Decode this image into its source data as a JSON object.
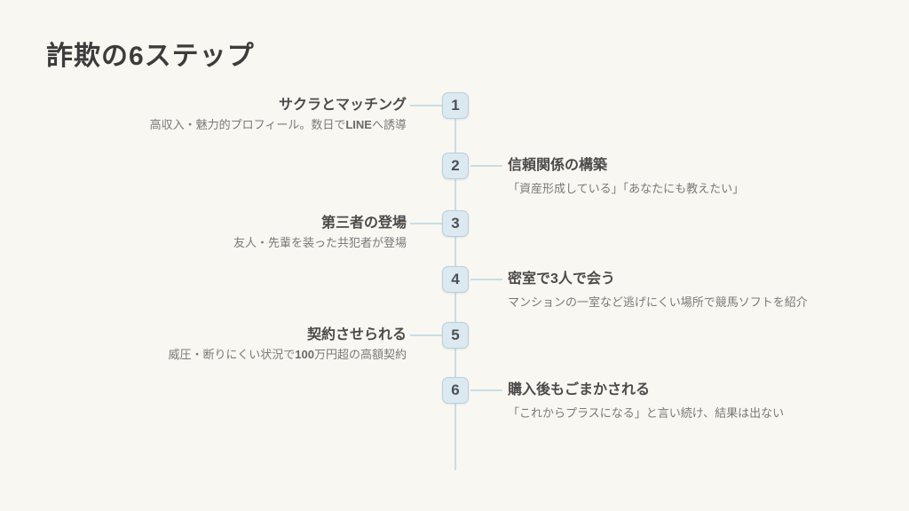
{
  "title": "詐欺の6ステップ",
  "colors": {
    "background": "#f9f7f1",
    "title_color": "#3c3c3c",
    "step_title_color": "#4b4b4b",
    "desc_color": "#797979",
    "desc_bold_color": "#6a6a6a",
    "badge_fill": "#dde9f0",
    "badge_border": "#b6d0dc",
    "badge_number": "#4a5056",
    "line_color": "#c9dde6"
  },
  "timeline": {
    "orientation": "vertical",
    "step_count": 6
  },
  "steps": [
    {
      "number": "1",
      "side": "left",
      "title": "サクラとマッチング",
      "desc": "高収入・魅力的プロフィール。数日でLINEへ誘導"
    },
    {
      "number": "2",
      "side": "right",
      "title": "信頼関係の構築",
      "desc": "「資産形成している」「あなたにも教えたい」"
    },
    {
      "number": "3",
      "side": "left",
      "title": "第三者の登場",
      "desc": "友人・先輩を装った共犯者が登場"
    },
    {
      "number": "4",
      "side": "right",
      "title": "密室で3人で会う",
      "desc": "マンションの一室など逃げにくい場所で競馬ソフトを紹介"
    },
    {
      "number": "5",
      "side": "left",
      "title": "契約させられる",
      "desc": "威圧・断りにくい状況で100万円超の高額契約"
    },
    {
      "number": "6",
      "side": "right",
      "title": "購入後もごまかされる",
      "desc": "「これからプラスになる」と言い続け、結果は出ない"
    }
  ]
}
